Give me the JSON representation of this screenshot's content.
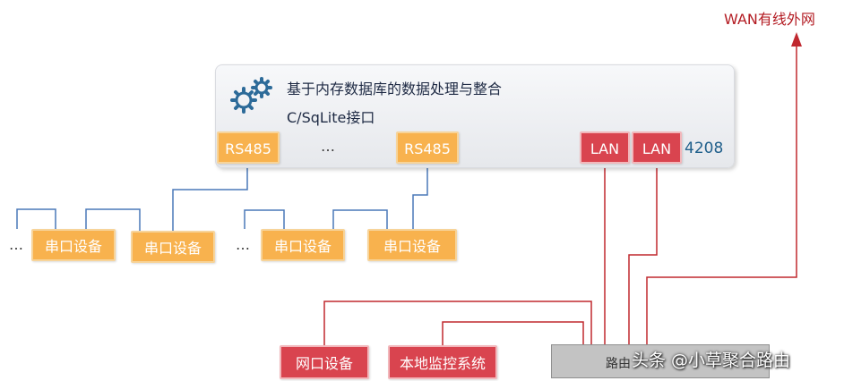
{
  "core": {
    "title": "基于内存数据库的数据处理与整合",
    "subtitle": "C/SqLite接口",
    "gear_icon": "gears-icon",
    "model": "4208"
  },
  "ports": {
    "rs485_a": "RS485",
    "rs485_b": "RS485",
    "middle_dots": "…",
    "lan_a": "LAN",
    "lan_b": "LAN"
  },
  "serial_devices": [
    "串口设备",
    "串口设备",
    "串口设备",
    "串口设备"
  ],
  "left_dots": [
    "…",
    "…"
  ],
  "network_device": "网口设备",
  "monitor_system": "本地监控系统",
  "router_label": "路由",
  "wan_label": "WAN有线外网",
  "watermark": "头条 @小草聚合路由",
  "colors": {
    "orange": "#f8b24e",
    "red": "#d9444f",
    "blue_line": "#4a78b8",
    "red_line": "#c0282f"
  }
}
